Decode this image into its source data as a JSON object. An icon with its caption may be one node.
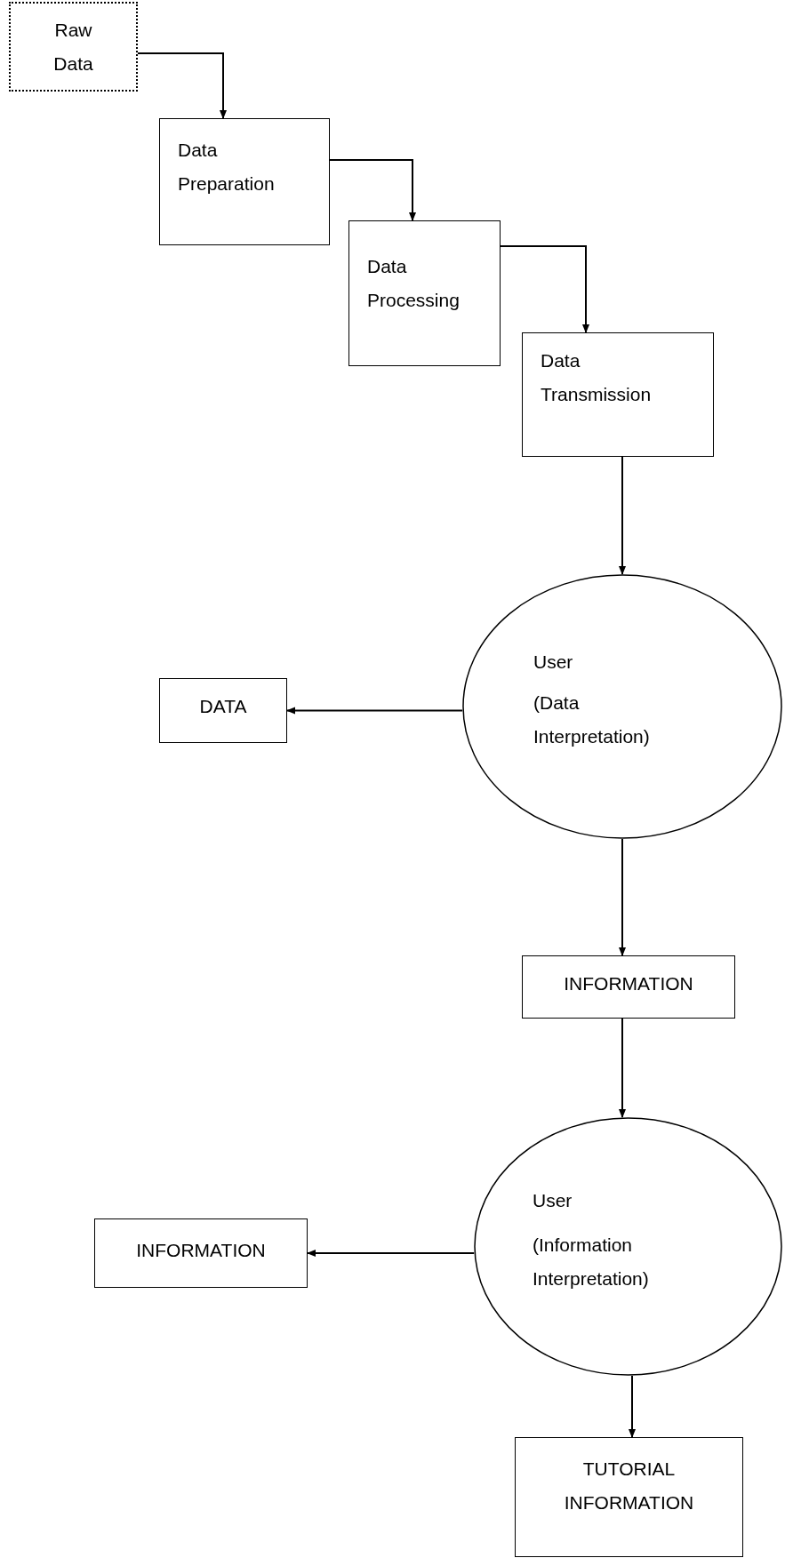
{
  "diagram": {
    "nodes": [
      {
        "text": [
          "Raw Data"
        ]
      },
      {
        "text": [
          "Data Preparation"
        ]
      },
      {
        "text": [
          "Data Processing"
        ]
      },
      {
        "text": [
          "Data Transmission"
        ]
      },
      {
        "text": [
          "User",
          "(Data Interpretation)"
        ]
      },
      {
        "text": [
          "DATA"
        ]
      },
      {
        "text": [
          "INFORMATION"
        ]
      },
      {
        "text": [
          "User",
          "(Information Interpretation)"
        ]
      },
      {
        "text": [
          "INFORMATION"
        ]
      },
      {
        "text": [
          "TUTORIAL INFORMATION"
        ]
      }
    ],
    "edges": [
      {
        "from": 0,
        "to": 1,
        "arrow": "to"
      },
      {
        "from": 1,
        "to": 2,
        "arrow": "to"
      },
      {
        "from": 2,
        "to": 3,
        "arrow": "to"
      },
      {
        "from": 3,
        "to": 4,
        "arrow": "to"
      },
      {
        "from": 4,
        "to": 5,
        "arrow": "to"
      },
      {
        "from": 4,
        "to": 6,
        "arrow": "to"
      },
      {
        "from": 6,
        "to": 7,
        "arrow": "to"
      },
      {
        "from": 7,
        "to": 8,
        "arrow": "to"
      },
      {
        "from": 7,
        "to": 9,
        "arrow": "to"
      }
    ]
  }
}
